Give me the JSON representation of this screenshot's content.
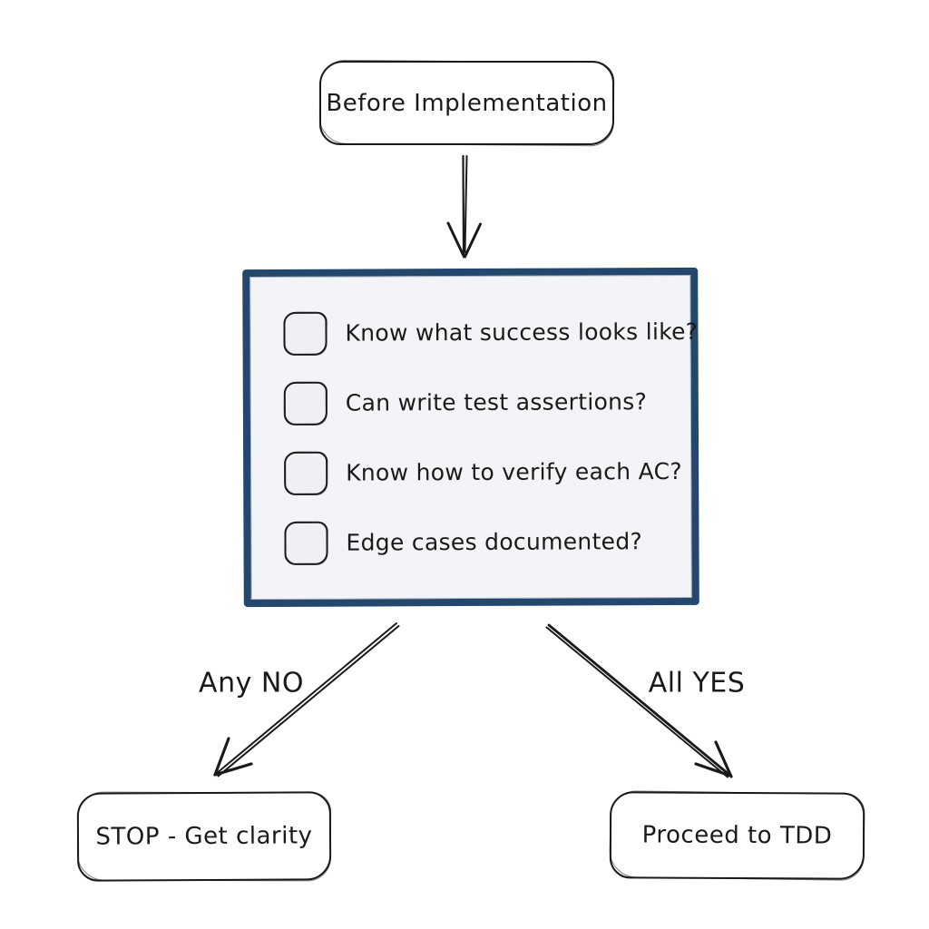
{
  "diagram": {
    "title_box": {
      "label": "Before Implementation"
    },
    "checklist": {
      "items": [
        "Know what success looks like?",
        "Can write test assertions?",
        "Know how to verify each AC?",
        "Edge cases documented?"
      ]
    },
    "branches": {
      "left_label": "Any NO",
      "right_label": "All YES"
    },
    "outcomes": {
      "left_label": "STOP - Get clarity",
      "right_label": "Proceed to TDD"
    },
    "colors": {
      "ink": "#1a1a1a",
      "checklist_border": "#24476e",
      "checklist_fill": "#f3f4f7",
      "checkbox_fill": "#eef0f4",
      "background": "#ffffff"
    }
  }
}
